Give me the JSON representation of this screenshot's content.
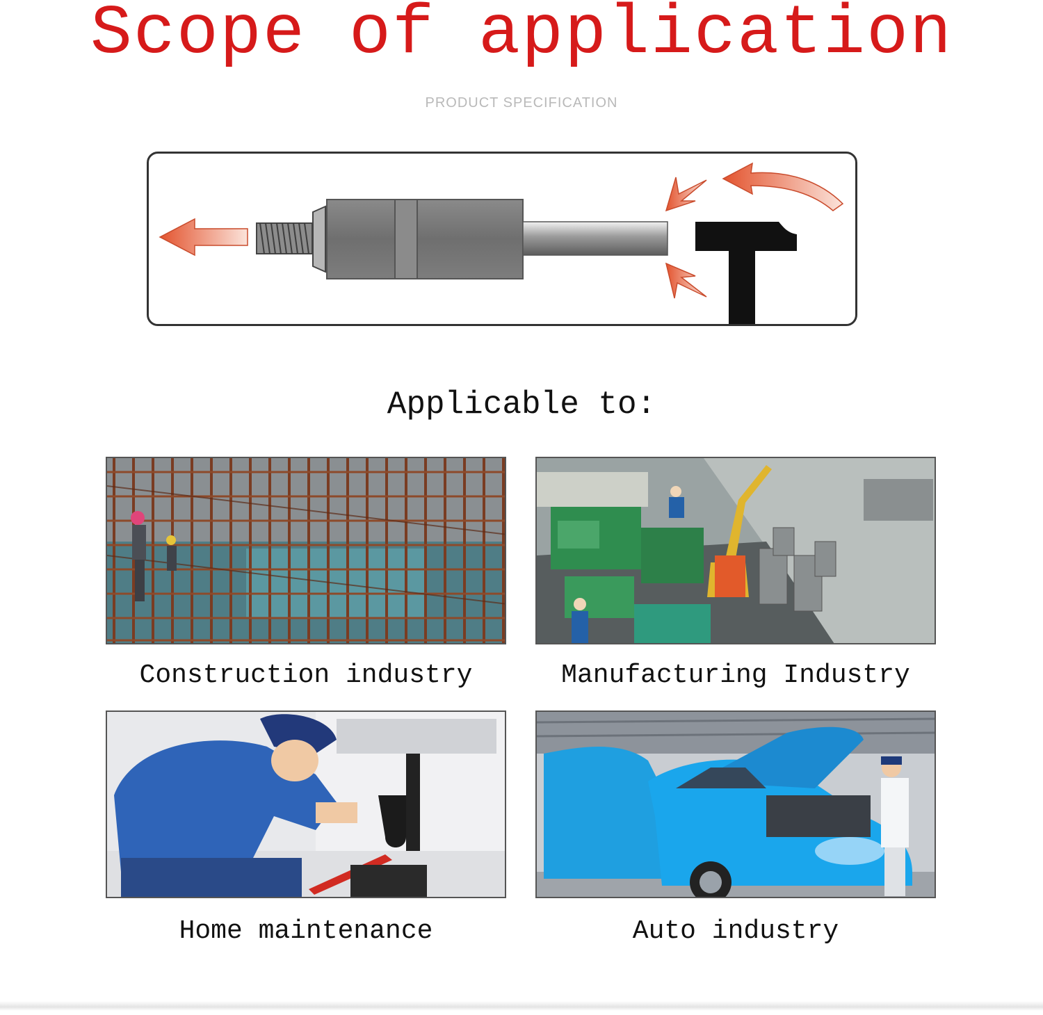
{
  "header": {
    "title": "Scope of application",
    "subtitle": "PRODUCT SPECIFICATION"
  },
  "diagram": {
    "icons": [
      "left-arrow-icon",
      "bolt-icon",
      "socket-icon",
      "impact-arrows-icon",
      "hammer-icon",
      "curved-arrow-icon"
    ],
    "colors": {
      "arrow": "#e8694a",
      "socket": "#777777",
      "hammer": "#111111",
      "frame": "#333333"
    }
  },
  "applicable": {
    "label": "Applicable to:"
  },
  "applications": [
    {
      "caption": "Construction industry",
      "icon": "construction-site-photo"
    },
    {
      "caption": "Manufacturing Industry",
      "icon": "factory-photo"
    },
    {
      "caption": "Home maintenance",
      "icon": "plumber-photo"
    },
    {
      "caption": "Auto industry",
      "icon": "car-repair-photo"
    }
  ],
  "colors": {
    "title": "#d61a1a",
    "subtitle": "#b9b9b9",
    "text": "#111111"
  }
}
